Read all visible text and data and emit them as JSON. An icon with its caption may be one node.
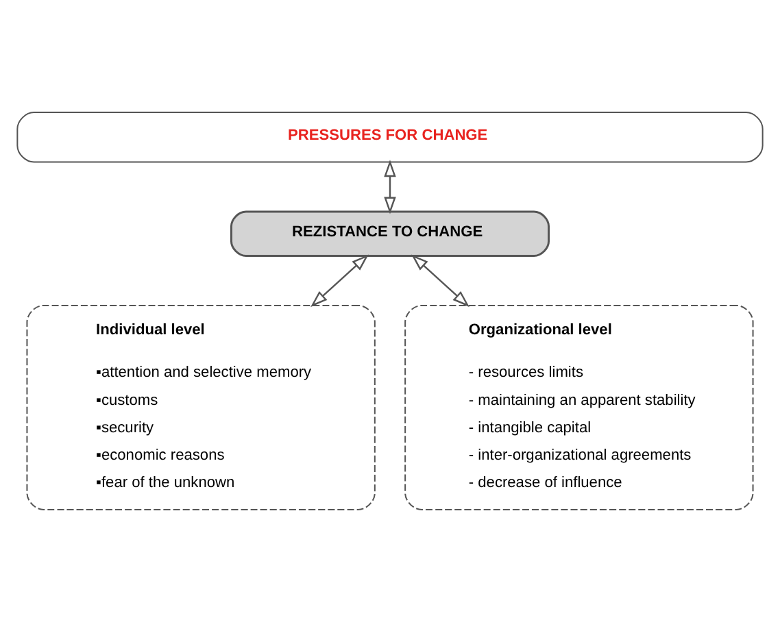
{
  "diagram": {
    "nodes": [
      {
        "text": [
          "PRESSURES FOR CHANGE"
        ]
      },
      {
        "text": [
          "REZISTANCE TO CHANGE"
        ]
      },
      {
        "text": [
          "Individual level",
          "▪attention and selective memory",
          "▪customs",
          "▪security",
          "▪economic reasons",
          "▪fear of the unknown"
        ]
      },
      {
        "text": [
          "Organizational level",
          "- resources limits",
          "- maintaining an apparent stability",
          "- intangible capital",
          "- inter-organizational agreements",
          "- decrease of influence"
        ]
      }
    ],
    "edges": [
      {
        "from": 0,
        "to": 1,
        "arrow": "both"
      },
      {
        "from": 1,
        "to": 2,
        "arrow": "both"
      },
      {
        "from": 1,
        "to": 3,
        "arrow": "both"
      }
    ]
  }
}
